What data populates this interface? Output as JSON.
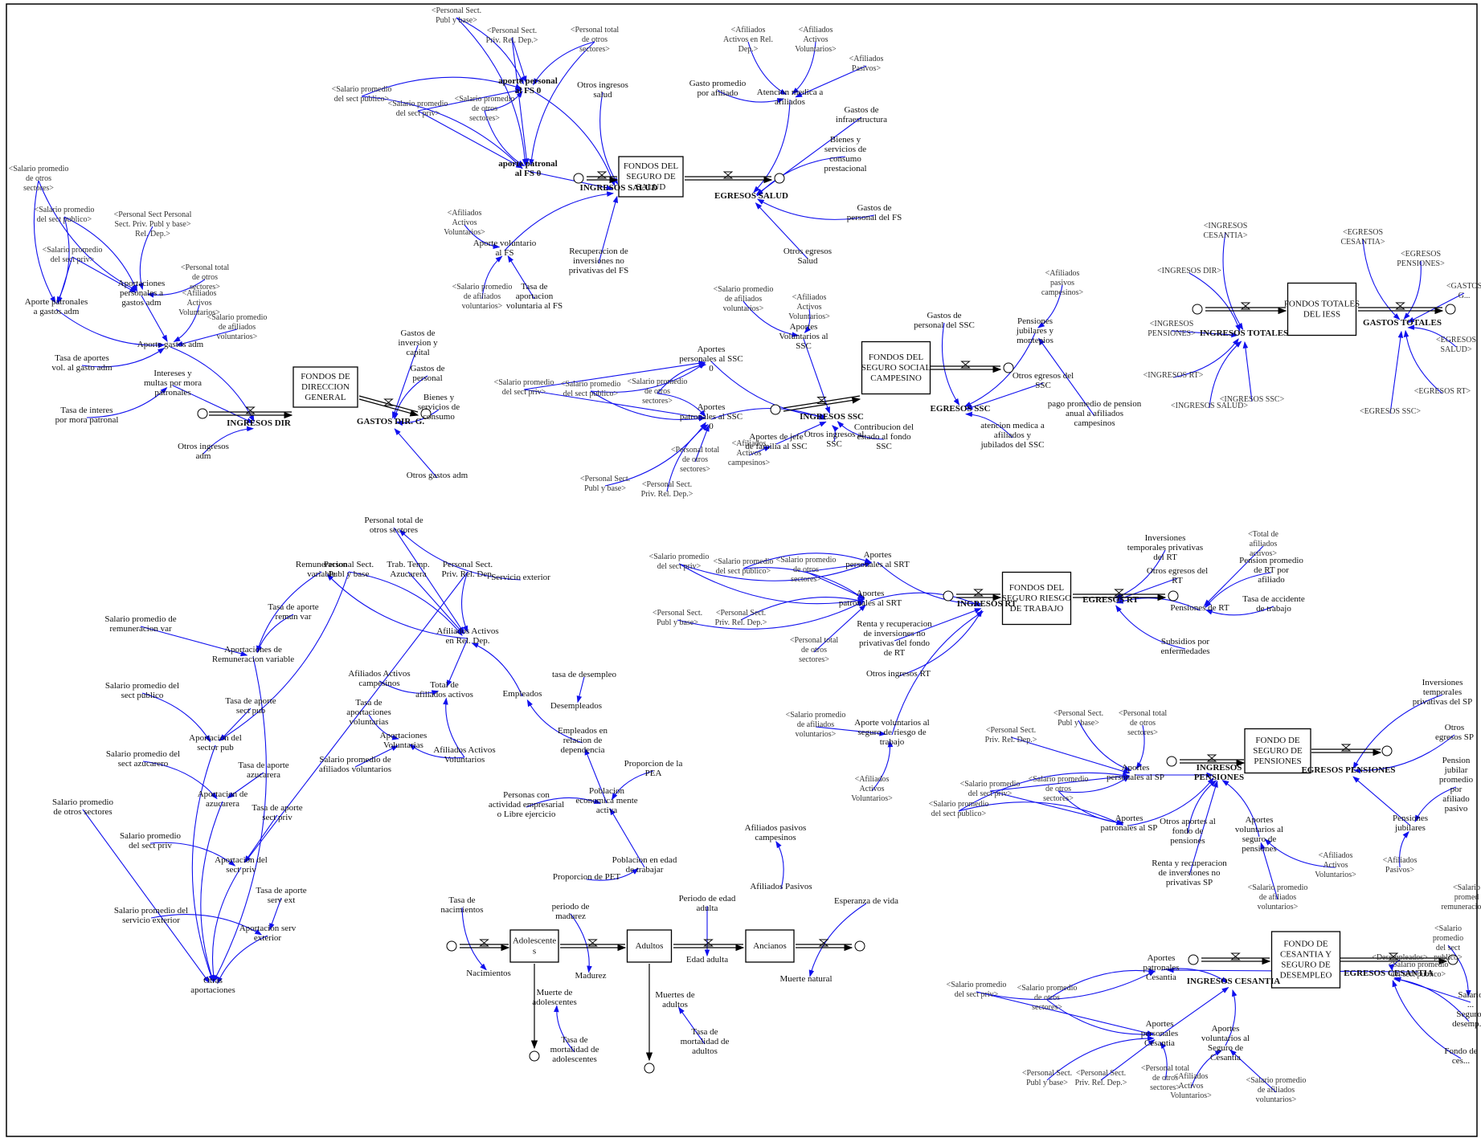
{
  "stocks": [
    {
      "id": "s_salud",
      "label": "FONDOS DEL SEGURO DE SALUD"
    },
    {
      "id": "s_dir",
      "label": "FONDOS DE DIRECCION GENERAL"
    },
    {
      "id": "s_ssc",
      "label": "FONDOS DEL SEGURO SOCIAL CAMPESINO"
    },
    {
      "id": "s_totales",
      "label": "FONDOS TOTALES DEL IESS"
    },
    {
      "id": "s_rt",
      "label": "FONDOS DEL SEGURO RIESGO DE TRABAJO"
    },
    {
      "id": "s_pens",
      "label": "FONDO DE SEGURO DE PENSIONES"
    },
    {
      "id": "s_ces",
      "label": "FONDO DE CESANTIA Y SEGURO DE DESEMPLEO"
    },
    {
      "id": "s_adol",
      "label": "Adolescente s"
    },
    {
      "id": "s_adultos",
      "label": "Adultos"
    },
    {
      "id": "s_ancianos",
      "label": "Ancianos"
    }
  ],
  "variables": [
    {
      "id": "v1",
      "label": "<Personal Sect. Publ y base>"
    },
    {
      "id": "v2",
      "label": "<Personal Sect. Priv. Rel. Dep.>"
    },
    {
      "id": "v3",
      "label": "<Personal total de otros sectores>"
    },
    {
      "id": "v4",
      "label": "aporte personal al FS 0"
    },
    {
      "id": "v5",
      "label": "Otros ingresos salud"
    },
    {
      "id": "v6",
      "label": "<Salario promedio del sect publico>"
    },
    {
      "id": "v7",
      "label": "<Salario promedio del sect priv>"
    },
    {
      "id": "v8",
      "label": "<Salario promedio de otros sectores>"
    },
    {
      "id": "v9",
      "label": "aporte patronal al FS 0"
    },
    {
      "id": "v10",
      "label": "INGRESOS SALUD"
    },
    {
      "id": "v11",
      "label": "EGRESOS SALUD"
    },
    {
      "id": "v12",
      "label": "<Afiliados Activos en Rel. Dep.>"
    },
    {
      "id": "v13",
      "label": "<Afiliados Activos Voluntarios>"
    },
    {
      "id": "v14",
      "label": "<Afiliados Pasivos>"
    },
    {
      "id": "v15",
      "label": "Gasto promedio por afiliado"
    },
    {
      "id": "v16",
      "label": "Atencion medica a afiliados"
    },
    {
      "id": "v17",
      "label": "Gastos de infraestructura"
    },
    {
      "id": "v18",
      "label": "Bienes y servicios de consumo prestacional"
    },
    {
      "id": "v19",
      "label": "Gastos de personal del FS"
    },
    {
      "id": "v20",
      "label": "Otros egresos Salud"
    },
    {
      "id": "v21",
      "label": "<Afiliados Activos Voluntarios>"
    },
    {
      "id": "v22",
      "label": "Aporte voluntario al FS"
    },
    {
      "id": "v23",
      "label": "Recuperacion de inversiones no privativas del FS"
    },
    {
      "id": "v24",
      "label": "<Salario promedio de afiliados voluntarios>"
    },
    {
      "id": "v25",
      "label": "Tasa de aportacion voluntaria al FS"
    },
    {
      "id": "v26",
      "label": "<Salario promedio de otros sectores>"
    },
    {
      "id": "v27",
      "label": "<Salario promedio del sect publico>"
    },
    {
      "id": "v28",
      "label": "<Salario promedio del sect priv>"
    },
    {
      "id": "v29",
      "label": "<Personal Sect Personal Sect. Priv. Publ y base> Rel. Dep.>"
    },
    {
      "id": "v30",
      "label": "<Personal total de otros sectores>"
    },
    {
      "id": "v31",
      "label": "Aportaciones personales a gastos adm"
    },
    {
      "id": "v32",
      "label": "Aporte patronales a gastos adm"
    },
    {
      "id": "v33",
      "label": "<Afiliados Activos Voluntarios>"
    },
    {
      "id": "v34",
      "label": "<Salario promedio de afiliados voluntarios>"
    },
    {
      "id": "v35",
      "label": "Aporte gastos adm"
    },
    {
      "id": "v36",
      "label": "Tasa de aportes vol. al gasto adm"
    },
    {
      "id": "v37",
      "label": "Intereses y multas por mora patronales"
    },
    {
      "id": "v38",
      "label": "INGRESOS DIR"
    },
    {
      "id": "v39",
      "label": "Tasa de interes por mora patronal"
    },
    {
      "id": "v40",
      "label": "Otros ingresos adm"
    },
    {
      "id": "v41",
      "label": "Gastos de inversion y capital"
    },
    {
      "id": "v42",
      "label": "Gastos de personal"
    },
    {
      "id": "v43",
      "label": "GASTOS DIR. G."
    },
    {
      "id": "v44",
      "label": "Bienes y servicios de consumo"
    },
    {
      "id": "v45",
      "label": "Otros gastos adm"
    },
    {
      "id": "v46",
      "label": "<Salario promedio de afiliados voluntarios>"
    },
    {
      "id": "v47",
      "label": "<Afiliados Activos Voluntarios>"
    },
    {
      "id": "v48",
      "label": "Aportes Voluntarios al SSC"
    },
    {
      "id": "v49",
      "label": "Aportes personales al SSC 0"
    },
    {
      "id": "v50",
      "label": "<Salario promedio del sect priv>"
    },
    {
      "id": "v51",
      "label": "<Salario promedio del sect publico>"
    },
    {
      "id": "v52",
      "label": "<Salario promedio de otros sectores>"
    },
    {
      "id": "v53",
      "label": "Aportes patronales al SSC 0"
    },
    {
      "id": "v54",
      "label": "INGRESOS SSC"
    },
    {
      "id": "v55",
      "label": "Gastos de personal del SSC"
    },
    {
      "id": "v56",
      "label": "EGRESOS SSC"
    },
    {
      "id": "v57",
      "label": "<Afiliados pasivos campesinos>"
    },
    {
      "id": "v58",
      "label": "Pensiones jubilares y montepios"
    },
    {
      "id": "v59",
      "label": "Otros egresos del SSC"
    },
    {
      "id": "v60",
      "label": "pago promedio de pension anual a afiliados campesinos"
    },
    {
      "id": "v61",
      "label": "atencion medica a afiliados y jubilados del SSC"
    },
    {
      "id": "v62",
      "label": "Aportes de jefe de familia al SSC"
    },
    {
      "id": "v63",
      "label": "Otros ingresos al SSC"
    },
    {
      "id": "v64",
      "label": "Contribucion del estado al fondo SSC"
    },
    {
      "id": "v65",
      "label": "<Personal total de otros sectores>"
    },
    {
      "id": "v66",
      "label": "<Afiliados Activos campesinos>"
    },
    {
      "id": "v67",
      "label": "<Personal Sect. Publ y base>"
    },
    {
      "id": "v68",
      "label": "<Personal Sect. Priv. Rel. Dep.>"
    },
    {
      "id": "v69",
      "label": "<INGRESOS CESANTIA>"
    },
    {
      "id": "v70",
      "label": "<INGRESOS DIR>"
    },
    {
      "id": "v71",
      "label": "<INGRESOS PENSIONES>"
    },
    {
      "id": "v72",
      "label": "INGRESOS TOTALES"
    },
    {
      "id": "v73",
      "label": "<INGRESOS RT>"
    },
    {
      "id": "v74",
      "label": "<INGRESOS SALUD>"
    },
    {
      "id": "v75",
      "label": "<INGRESOS SSC>"
    },
    {
      "id": "v76",
      "label": "GASTOS TOTALES"
    },
    {
      "id": "v77",
      "label": "<EGRESOS CESANTIA>"
    },
    {
      "id": "v78",
      "label": "<EGRESOS PENSIONES>"
    },
    {
      "id": "v79",
      "label": "<GASTOS G..."
    },
    {
      "id": "v80",
      "label": "<EGRESOS SALUD>"
    },
    {
      "id": "v81",
      "label": "<EGRESOS RT>"
    },
    {
      "id": "v82",
      "label": "<EGRESOS SSC>"
    },
    {
      "id": "v83",
      "label": "Personal total de otros sectores"
    },
    {
      "id": "v84",
      "label": "Remuneracion variable"
    },
    {
      "id": "v85",
      "label": "Personal Sect. Publ y base"
    },
    {
      "id": "v86",
      "label": "Trab. Temp. Azucarera"
    },
    {
      "id": "v87",
      "label": "Personal Sect. Priv. Rel. Dep."
    },
    {
      "id": "v88",
      "label": "Servicio exterior"
    },
    {
      "id": "v89",
      "label": "Salario promedio de remuneracion var"
    },
    {
      "id": "v90",
      "label": "Tasa de aporte remun var"
    },
    {
      "id": "v91",
      "label": "Aportaciones de Remuneracion variable"
    },
    {
      "id": "v92",
      "label": "Afiliados Activos en Rel. Dep."
    },
    {
      "id": "v93",
      "label": "Afiliados Activos campesinos"
    },
    {
      "id": "v94",
      "label": "Total de afiliados activos"
    },
    {
      "id": "v95",
      "label": "tasa de desempleo"
    },
    {
      "id": "v96",
      "label": "Empleados"
    },
    {
      "id": "v97",
      "label": "Desempleados"
    },
    {
      "id": "v98",
      "label": "Salario promedio del sect publico"
    },
    {
      "id": "v99",
      "label": "Tasa de aporte sect pub"
    },
    {
      "id": "v100",
      "label": "Aportacion del sector pub"
    },
    {
      "id": "v101",
      "label": "Tasa de aportaciones voluntarias"
    },
    {
      "id": "v102",
      "label": "Aportaciones Voluntarias"
    },
    {
      "id": "v103",
      "label": "Afiliados Activos Voluntarios"
    },
    {
      "id": "v104",
      "label": "Empleados en relacion de dependencia"
    },
    {
      "id": "v105",
      "label": "Salario promedio del sect azucarero"
    },
    {
      "id": "v106",
      "label": "Tasa de aporte azucarera"
    },
    {
      "id": "v107",
      "label": "Salario promedio de afiliados voluntarios"
    },
    {
      "id": "v108",
      "label": "Proporcion de la PEA"
    },
    {
      "id": "v109",
      "label": "Salario promedio de otros sectores"
    },
    {
      "id": "v110",
      "label": "Aportacion de azucarera"
    },
    {
      "id": "v111",
      "label": "Personas con actividad empresarial o Libre ejercicio"
    },
    {
      "id": "v112",
      "label": "Poblacion economica mente activa"
    },
    {
      "id": "v113",
      "label": "Tasa de aporte sect priv"
    },
    {
      "id": "v114",
      "label": "Salario promedio del sect priv"
    },
    {
      "id": "v115",
      "label": "Aportacion del sect priv"
    },
    {
      "id": "v116",
      "label": "Proporcion de PET"
    },
    {
      "id": "v117",
      "label": "Poblacion en edad de trabajar"
    },
    {
      "id": "v118",
      "label": "Afiliados pasivos campesinos"
    },
    {
      "id": "v119",
      "label": "Tasa de aporte serv ext"
    },
    {
      "id": "v120",
      "label": "Salario promedio del servicio exterior"
    },
    {
      "id": "v121",
      "label": "Aportacion serv exterior"
    },
    {
      "id": "v122",
      "label": "Otras aportaciones"
    },
    {
      "id": "v123",
      "label": "Tasa de nacimientos"
    },
    {
      "id": "v124",
      "label": "periodo de madurez"
    },
    {
      "id": "v125",
      "label": "Periodo de edad adulta"
    },
    {
      "id": "v126",
      "label": "Afiliados Pasivos"
    },
    {
      "id": "v127",
      "label": "Esperanza de vida"
    },
    {
      "id": "v128",
      "label": "Nacimientos"
    },
    {
      "id": "v129",
      "label": "Madurez"
    },
    {
      "id": "v130",
      "label": "Edad adulta"
    },
    {
      "id": "v131",
      "label": "Muerte natural"
    },
    {
      "id": "v132",
      "label": "Muerte de adolescentes"
    },
    {
      "id": "v133",
      "label": "Muertes de adultos"
    },
    {
      "id": "v134",
      "label": "Tasa de mortalidad de adolescentes"
    },
    {
      "id": "v135",
      "label": "Tasa de mortalidad de adultos"
    },
    {
      "id": "v136",
      "label": "<Salario promedio del sect priv>"
    },
    {
      "id": "v137",
      "label": "<Salario promedio del sect publico>"
    },
    {
      "id": "v138",
      "label": "<Salario promedio de otros sectores>"
    },
    {
      "id": "v139",
      "label": "Aportes personales al SRT"
    },
    {
      "id": "v140",
      "label": "Aportes patronales al SRT"
    },
    {
      "id": "v141",
      "label": "<Personal Sect. Publ y base>"
    },
    {
      "id": "v142",
      "label": "<Personal Sect. Priv. Rel. Dep.>"
    },
    {
      "id": "v143",
      "label": "<Personal total de otros sectores>"
    },
    {
      "id": "v144",
      "label": "Renta y recuperacion de inversiones no privativas del fondo de RT"
    },
    {
      "id": "v145",
      "label": "Otros ingresos RT"
    },
    {
      "id": "v146",
      "label": "INGRESOS RT"
    },
    {
      "id": "v147",
      "label": "Inversiones temporales privativas del RT"
    },
    {
      "id": "v148",
      "label": "Otros egresos del RT"
    },
    {
      "id": "v149",
      "label": "EGRESOS RT"
    },
    {
      "id": "v150",
      "label": "<Total de afiliados activos>"
    },
    {
      "id": "v151",
      "label": "Pension promedio de RT por afiliado"
    },
    {
      "id": "v152",
      "label": "Tasa de accidente de trabajo"
    },
    {
      "id": "v153",
      "label": "Pensiones de RT"
    },
    {
      "id": "v154",
      "label": "Subsidios por enfermedades"
    },
    {
      "id": "v155",
      "label": "<Salario promedio de afiliados voluntarios>"
    },
    {
      "id": "v156",
      "label": "Aporte voluntarios al seguro de riesgo de trabajo"
    },
    {
      "id": "v157",
      "label": "<Afiliados Activos Voluntarios>"
    },
    {
      "id": "v158",
      "label": "<Personal Sect. Priv. Rel. Dep.>"
    },
    {
      "id": "v159",
      "label": "<Personal Sect. Publ y base>"
    },
    {
      "id": "v160",
      "label": "<Personal total de otros sectores>"
    },
    {
      "id": "v161",
      "label": "<Salario promedio del sect priv>"
    },
    {
      "id": "v162",
      "label": "<Salario promedio de otros sectores>"
    },
    {
      "id": "v163",
      "label": "<Salario promedio del sect publico>"
    },
    {
      "id": "v164",
      "label": "Aportes personales al SP"
    },
    {
      "id": "v165",
      "label": "Aportes patronales al SP"
    },
    {
      "id": "v166",
      "label": "INGRESOS PENSIONES"
    },
    {
      "id": "v167",
      "label": "Otros aportes al fondo de pensiones"
    },
    {
      "id": "v168",
      "label": "Renta y recuperacion de inversiones no privativas SP"
    },
    {
      "id": "v169",
      "label": "Aportes voluntarios al seguro de pensiones"
    },
    {
      "id": "v170",
      "label": "<Afiliados Activos Voluntarios>"
    },
    {
      "id": "v171",
      "label": "<Salario promedio de afiliados voluntarios>"
    },
    {
      "id": "v172",
      "label": "EGRESOS PENSIONES"
    },
    {
      "id": "v173",
      "label": "Inversiones temporales privativas del SP"
    },
    {
      "id": "v174",
      "label": "Otros egresos SP"
    },
    {
      "id": "v175",
      "label": "Pension jubilar promedio por afiliado pasivo"
    },
    {
      "id": "v176",
      "label": "Pensiones jubilares"
    },
    {
      "id": "v177",
      "label": "<Afiliados Pasivos>"
    },
    {
      "id": "v178",
      "label": "<Salario promedio del sect publico>"
    },
    {
      "id": "v179",
      "label": "<Salario promedio del sect priv>"
    },
    {
      "id": "v180",
      "label": "<Salario promedio de otros sectores>"
    },
    {
      "id": "v181",
      "label": "Aportes patronales Cesantia"
    },
    {
      "id": "v182",
      "label": "Aportes personales Cesantia"
    },
    {
      "id": "v183",
      "label": "<Personal Sect. Publ y base>"
    },
    {
      "id": "v184",
      "label": "<Personal Sect. Priv. Rel. Dep.>"
    },
    {
      "id": "v185",
      "label": "<Personal total de otros sectores>"
    },
    {
      "id": "v186",
      "label": "INGRESOS CESANTIA"
    },
    {
      "id": "v187",
      "label": "Aportes voluntarios al Seguro de Cesantia"
    },
    {
      "id": "v188",
      "label": "<Afiliados Activos Voluntarios>"
    },
    {
      "id": "v189",
      "label": "<Salario promedio de afiliados voluntarios>"
    },
    {
      "id": "v190",
      "label": "EGRESOS CESANTIA"
    },
    {
      "id": "v191",
      "label": "<Desempleados>"
    },
    {
      "id": "v192",
      "label": "<Salario promedio del sect publico>"
    },
    {
      "id": "v193",
      "label": "Salario ..."
    },
    {
      "id": "v194",
      "label": "Seguro desemp..."
    },
    {
      "id": "v195",
      "label": "Fondo de ces..."
    },
    {
      "id": "v196",
      "label": "<Salario promed remuneracio...>"
    }
  ]
}
